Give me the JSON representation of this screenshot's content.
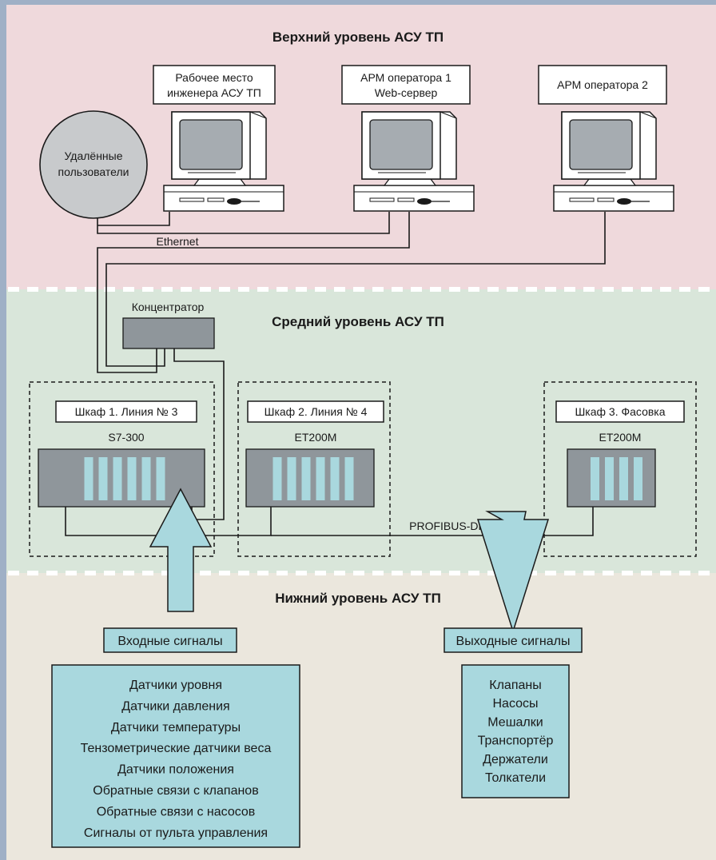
{
  "colors": {
    "upper_zone": "#efd9dc",
    "middle_zone": "#d9e6da",
    "lower_zone": "#ebe7dd",
    "left_border": "#9fb0c6",
    "module_fill": "#8f969b",
    "module_slot": "#a9d8de",
    "signal_box": "#a9d8de",
    "arrow_fill": "#a9d8de"
  },
  "levels": {
    "upper": "Верхний уровень АСУ ТП",
    "middle": "Средний уровень АСУ ТП",
    "lower": "Нижний уровень АСУ ТП"
  },
  "workstations": [
    {
      "icon": "computer-icon",
      "label_lines": [
        "Рабочее место",
        "инженера АСУ ТП"
      ]
    },
    {
      "icon": "computer-icon",
      "label_lines": [
        "АРМ оператора 1",
        "Web-сервер"
      ]
    },
    {
      "icon": "computer-icon",
      "label_lines": [
        "АРМ оператора 2"
      ]
    }
  ],
  "remote_users": {
    "lines": [
      "Удалённые",
      "пользователи"
    ]
  },
  "network": {
    "ethernet": "Ethernet",
    "hub": "Концентратор",
    "fieldbus": "PROFIBUS-DP"
  },
  "cabinets": [
    {
      "label": "Шкаф 1. Линия № 3",
      "device": "S7-300",
      "slots": 6
    },
    {
      "label": "Шкаф 2. Линия № 4",
      "device": "ET200M",
      "slots": 6
    },
    {
      "label": "Шкаф 3. Фасовка",
      "device": "ET200M",
      "slots": 4
    }
  ],
  "inputs": {
    "title": "Входные сигналы",
    "items": [
      "Датчики уровня",
      "Датчики давления",
      "Датчики температуры",
      "Тензометрические датчики веса",
      "Датчики положения",
      "Обратные связи с клапанов",
      "Обратные связи с насосов",
      "Сигналы от пульта управления"
    ]
  },
  "outputs": {
    "title": "Выходные сигналы",
    "items": [
      "Клапаны",
      "Насосы",
      "Мешалки",
      "Транспортёр",
      "Держатели",
      "Толкатели"
    ]
  }
}
